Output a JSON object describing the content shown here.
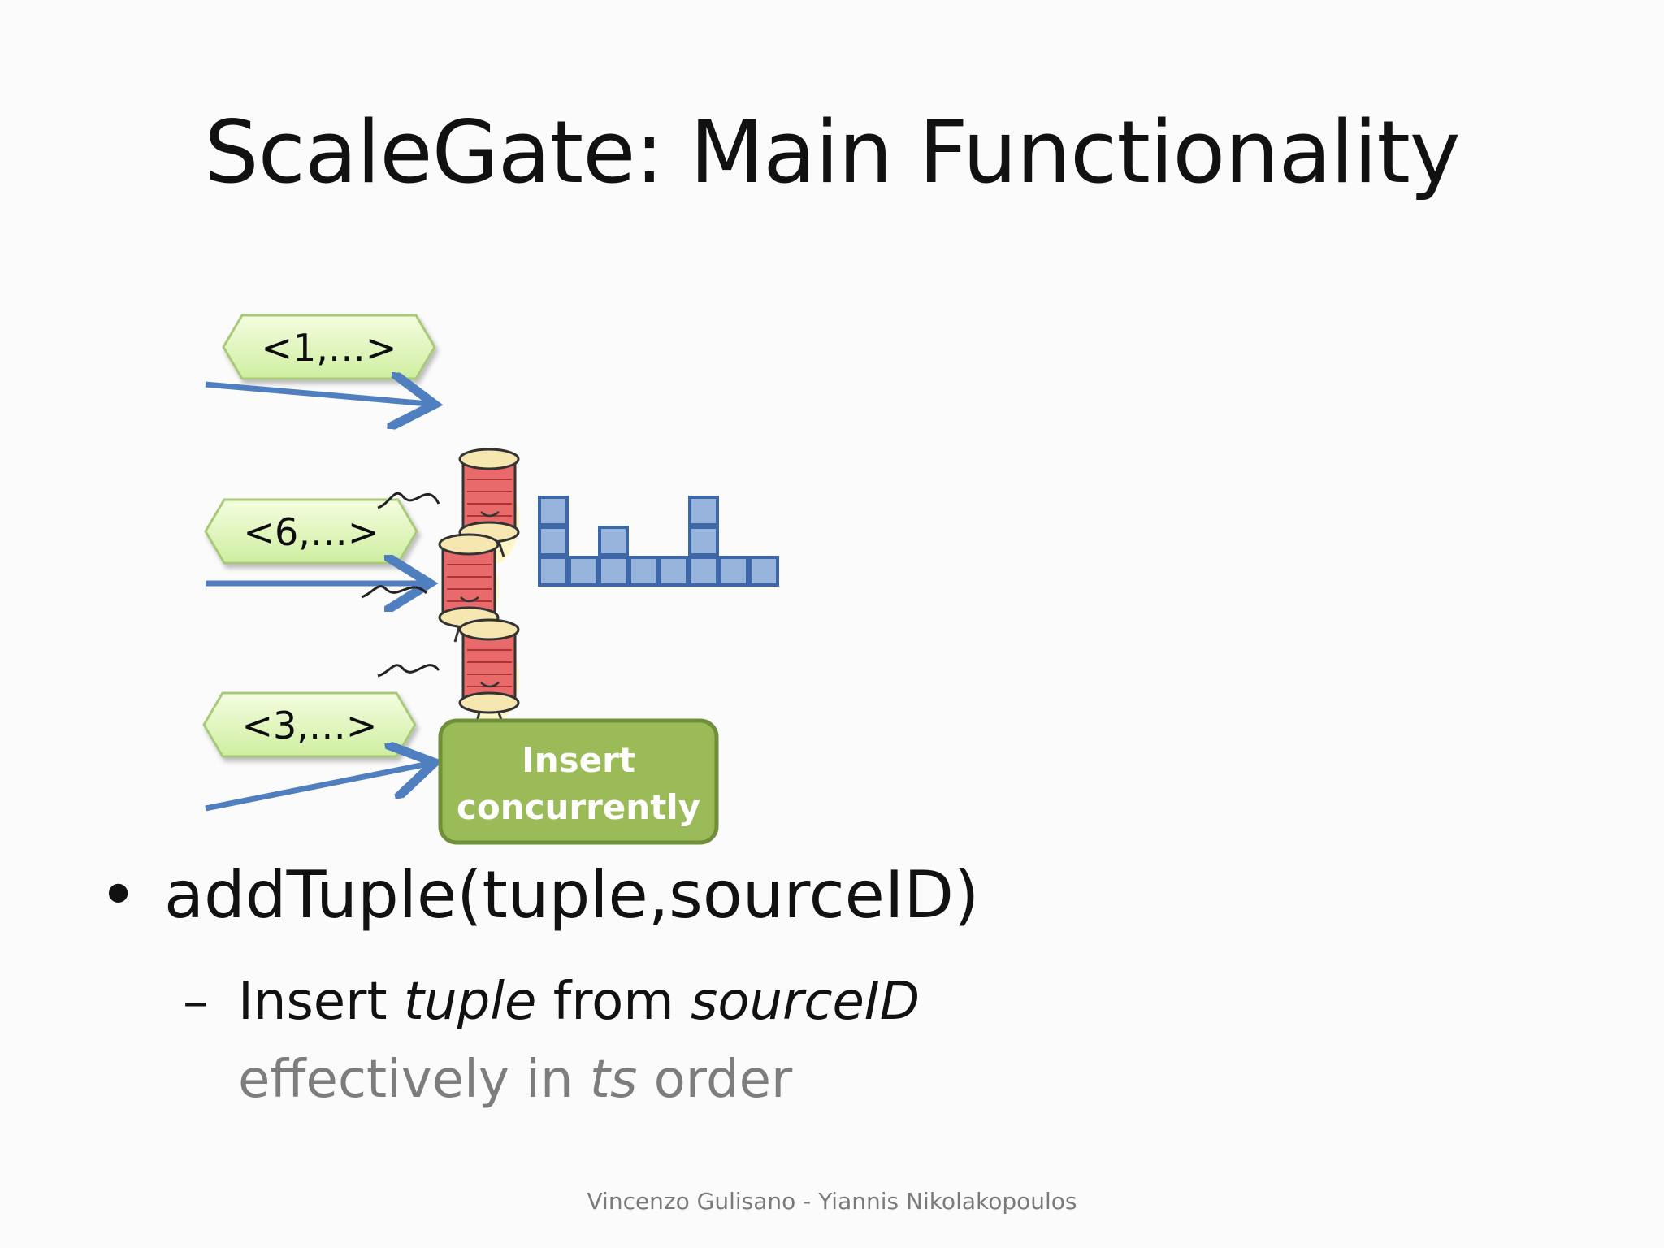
{
  "slide": {
    "title": "ScaleGate: Main Functionality",
    "footer": "Vincenzo Gulisano - Yiannis Nikolakopoulos"
  },
  "diagram": {
    "tuples": [
      {
        "label": "<1,…>"
      },
      {
        "label": "<6,…>"
      },
      {
        "label": "<3,…>"
      }
    ],
    "action_box": {
      "line1": "Insert",
      "line2": "concurrently"
    },
    "colors": {
      "tag_fill": "#dff5b6",
      "tag_border": "#a9c97a",
      "arrow": "#4f7fbf",
      "block_fill": "#96b4dc",
      "block_border": "#3e67a8",
      "box_fill": "#9bbb59",
      "box_border": "#6f8f3a",
      "spool_red": "#e86a6a",
      "spool_cap": "#f6e7b0"
    },
    "icons": [
      "thread-spool-icon",
      "thread-spool-icon",
      "thread-spool-icon"
    ]
  },
  "content": {
    "bullet_main": "addTuple(tuple,sourceID)",
    "sub_prefix": "Insert ",
    "sub_em1": "tuple",
    "sub_mid": " from ",
    "sub_em2": "sourceID",
    "sub_line2_a": "effectively in ",
    "sub_line2_em": "ts",
    "sub_line2_b": " order"
  }
}
